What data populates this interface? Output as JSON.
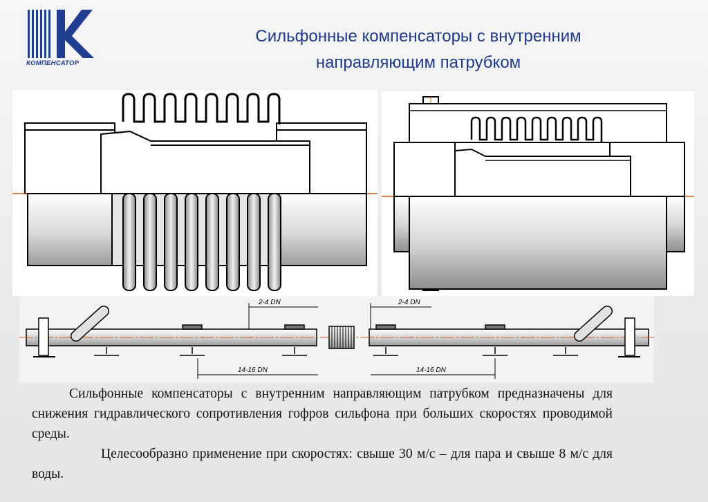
{
  "logo": {
    "caption": "КОМПЕНСАТОР",
    "brand_color": "#1f3e8f"
  },
  "title": {
    "line1": "Сильфонные компенсаторы с внутренним",
    "line2": "направляющим патрубком",
    "color": "#1f3a8a"
  },
  "diagram": {
    "dim_top_left": "2-4 DN",
    "dim_top_right": "2-4 DN",
    "dim_bottom_left": "14-16 DN",
    "dim_bottom_right": "14-16 DN"
  },
  "body": {
    "paragraph1": "Сильфонные компенсаторы с внутренним направляющим патрубком предназначены для снижения гидравлического сопротивления гофров сильфона при больших скоростях проводимой среды.",
    "paragraph2": "Целесообразно применение при скоростях: свыше 30 м/с – для пара и свыше 8 м/с для воды."
  }
}
